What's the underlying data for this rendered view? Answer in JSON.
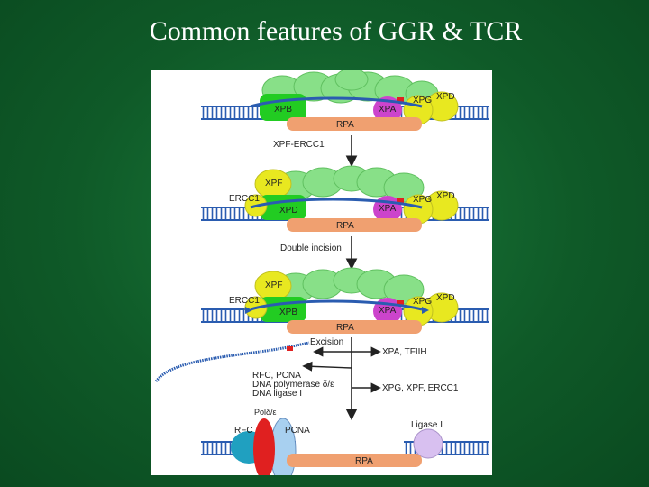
{
  "slide": {
    "title": "Common features of GGR & TCR"
  },
  "diagram": {
    "labels": {
      "xpb": "XPB",
      "xpd": "XPD",
      "xpg": "XPG",
      "xpa": "XPA",
      "rpa": "RPA",
      "xpf": "XPF",
      "ercc1": "ERCC1",
      "pol": "Polδ/ε",
      "rfc": "RFC",
      "pcna": "PCNA",
      "ligase": "Ligase I"
    },
    "steps": {
      "step1": "XPF-ERCC1",
      "step2": "Double incision",
      "step3": "Excision",
      "side1": "XPA, TFIIH",
      "side2": "XPG, XPF, ERCC1",
      "resynth_1": "RFC, PCNA",
      "resynth_2": "DNA polymerase δ/ε",
      "resynth_3": "DNA ligase I"
    },
    "colors": {
      "dna": "#2a5cb0",
      "xpb": "#22cc22",
      "xpd_xpg": "#e8e820",
      "xpa": "#cc44cc",
      "rpa": "#f0a070",
      "tfiih": "#88e088",
      "pol": "#e02020",
      "pcna": "#a8d0f0",
      "rfc": "#20a0c0",
      "ligase": "#d8c0f0"
    }
  }
}
